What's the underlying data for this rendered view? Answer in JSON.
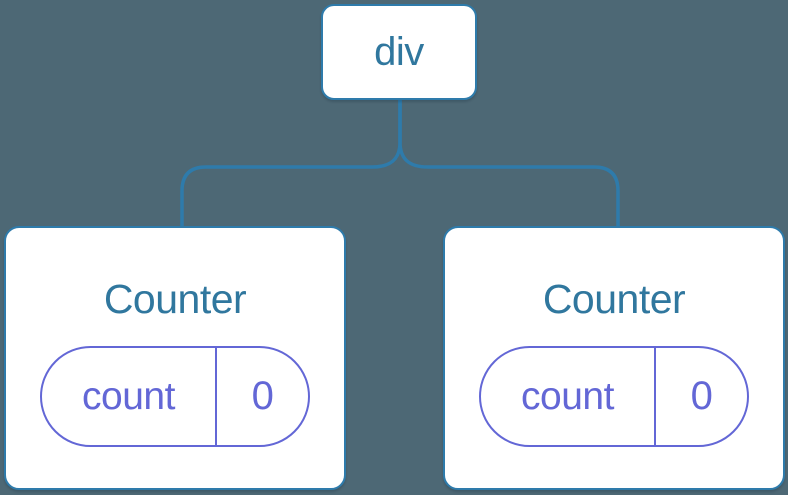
{
  "diagram": {
    "root": {
      "label": "div"
    },
    "children": [
      {
        "title": "Counter",
        "state": {
          "key": "count",
          "value": "0"
        }
      },
      {
        "title": "Counter",
        "state": {
          "key": "count",
          "value": "0"
        }
      }
    ],
    "colors": {
      "background": "#4D6875",
      "accent_blue": "#2E7BAB",
      "label_blue": "#30779E",
      "state_purple": "#6367D6",
      "card_bg": "#FFFFFF"
    }
  }
}
